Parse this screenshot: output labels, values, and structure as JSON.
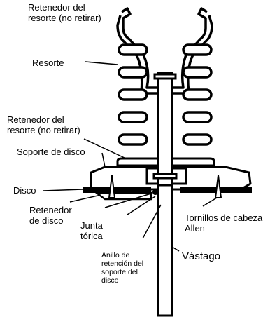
{
  "labels": {
    "retainer_top_line1": "Retenedor del",
    "retainer_top_line2": "resorte (no retirar)",
    "spring": "Resorte",
    "retainer_mid_line1": "Retenedor del",
    "retainer_mid_line2": "resorte (no retirar)",
    "disc_holder": "Soporte de disco",
    "disc": "Disco",
    "disc_retainer_line1": "Retenedor",
    "disc_retainer_line2": "de disco",
    "oring_line1": "Junta",
    "oring_line2": "tórica",
    "allen_line1": "Tornillos de cabeza",
    "allen_line2": "Allen",
    "stem": "Vástago",
    "ring_line1": "Anillo de",
    "ring_line2": "retención del",
    "ring_line3": "soporte del",
    "ring_line4": "disco"
  },
  "colors": {
    "ink": "#000000",
    "background": "#ffffff"
  }
}
